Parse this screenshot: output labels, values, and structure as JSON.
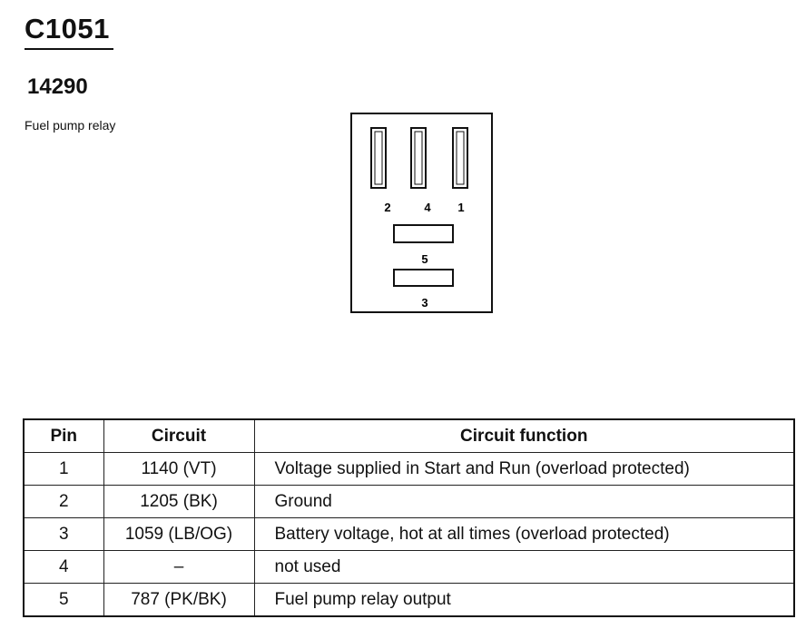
{
  "header": {
    "connector_id": "C1051",
    "part_number": "14290",
    "description": "Fuel pump relay"
  },
  "diagram": {
    "pin_labels": [
      "2",
      "4",
      "1",
      "5",
      "3"
    ]
  },
  "table": {
    "columns": [
      "Pin",
      "Circuit",
      "Circuit function"
    ],
    "rows": [
      {
        "pin": "1",
        "circuit": "1140 (VT)",
        "function": "Voltage supplied in Start and Run (overload protected)"
      },
      {
        "pin": "2",
        "circuit": "1205 (BK)",
        "function": "Ground"
      },
      {
        "pin": "3",
        "circuit": "1059 (LB/OG)",
        "function": "Battery voltage, hot at all times (overload protected)"
      },
      {
        "pin": "4",
        "circuit": "–",
        "function": "not used"
      },
      {
        "pin": "5",
        "circuit": "787 (PK/BK)",
        "function": "Fuel pump relay output"
      }
    ]
  }
}
